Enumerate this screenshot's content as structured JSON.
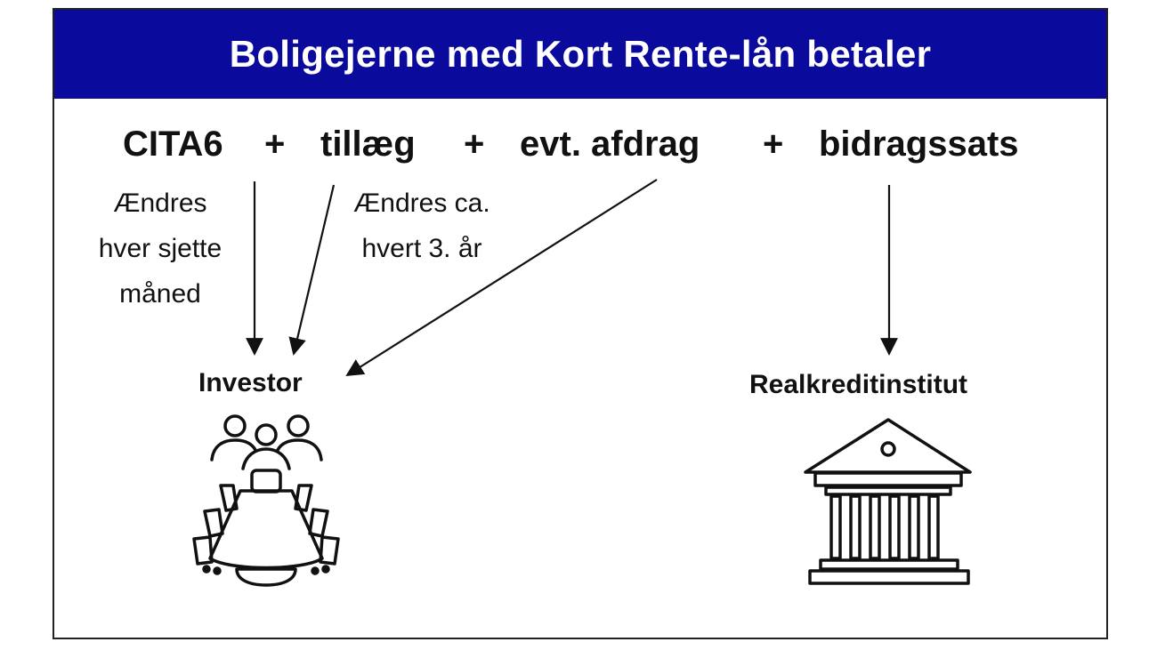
{
  "title": "Boligejerne med Kort Rente-lån betaler",
  "formula": {
    "cita6": "CITA6",
    "plus": "+",
    "tillaeg": "tillæg",
    "afdrag": "evt. afdrag",
    "bidrag": "bidragssats"
  },
  "notes": {
    "cita6_line1": "Ændres",
    "cita6_line2": "hver sjette",
    "cita6_line3": "måned",
    "tillaeg_line1": "Ændres ca.",
    "tillaeg_line2": "hvert 3. år"
  },
  "recipients": {
    "investor": "Investor",
    "institute": "Realkreditinstitut"
  },
  "icons": {
    "investor": "meeting-table-people-icon",
    "institute": "bank-building-icon"
  },
  "colors": {
    "banner": "#0a0a9c",
    "banner_text": "#ffffff",
    "text": "#111111"
  }
}
